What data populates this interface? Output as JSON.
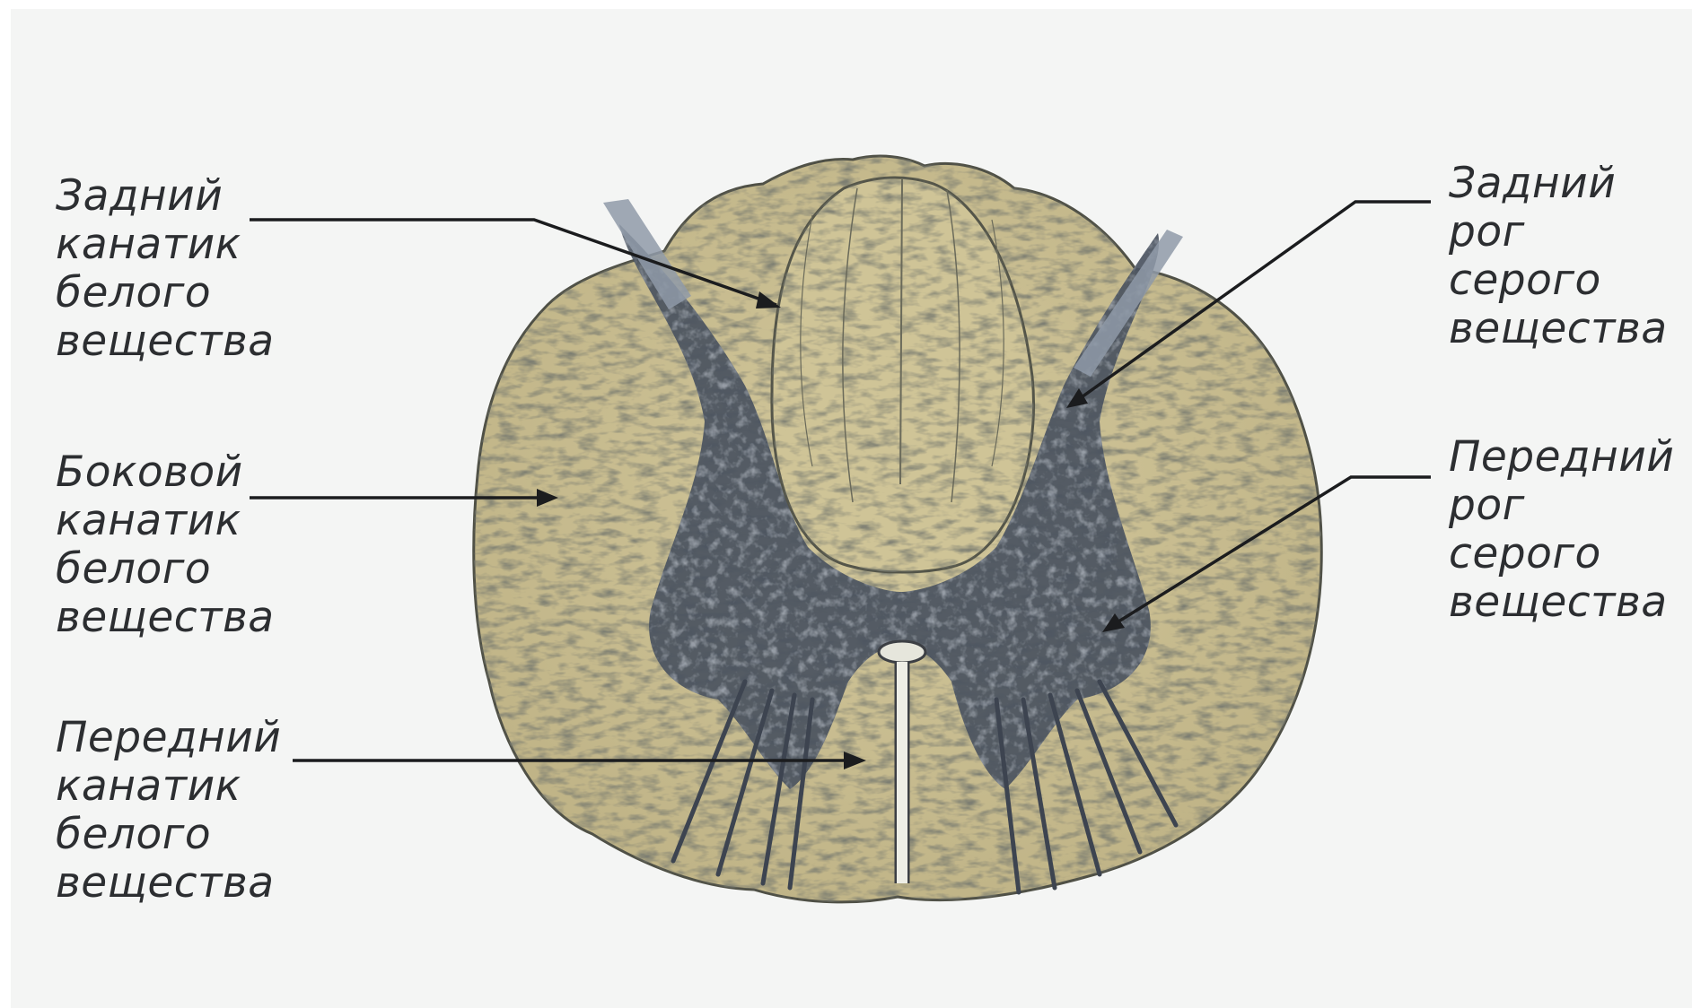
{
  "labels": {
    "posterior_funiculus": [
      "Задний",
      "канатик",
      "белого",
      "вещества"
    ],
    "lateral_funiculus": [
      "Боковой",
      "канатик",
      "белого",
      "вещества"
    ],
    "anterior_funiculus": [
      "Передний",
      "канатик",
      "белого",
      "вещества"
    ],
    "posterior_horn": [
      "Задний",
      "рог",
      "серого",
      "вещества"
    ],
    "anterior_horn": [
      "Передний",
      "рог",
      "серого",
      "вещества"
    ]
  },
  "colors": {
    "background": "#f4f5f4",
    "white_matter": "#c7bc90",
    "grey_matter": "#4a5260",
    "outline": "#4f5046",
    "label_text": "#2c2e31",
    "leader_line": "#1b1c1e"
  }
}
